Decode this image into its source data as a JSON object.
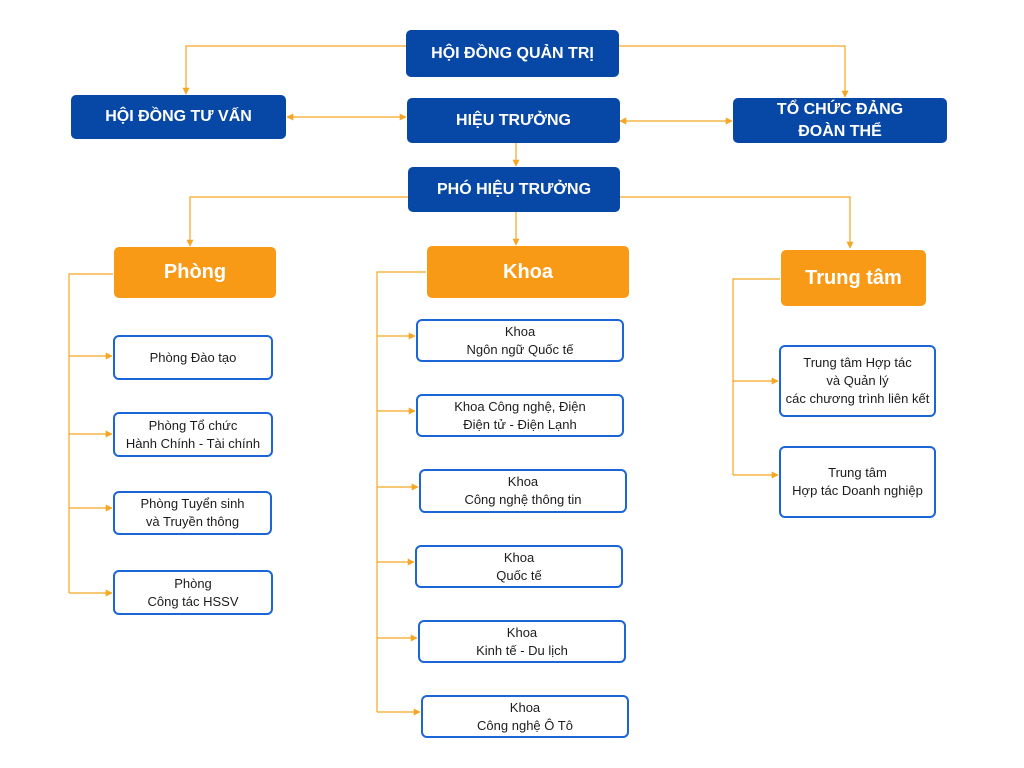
{
  "colors": {
    "primary": "#0747a6",
    "accent": "#f99a16",
    "box_border": "#1b65d9",
    "connector": "#f5a623"
  },
  "top": {
    "board": "HỘI ĐỒNG QUẢN TRỊ",
    "advisory": "HỘI ĐỒNG TƯ VẤN",
    "principal": "HIỆU TRƯỞNG",
    "party": "TỔ CHỨC ĐẢNG\nĐOÀN THỂ",
    "vice_principal": "PHÓ HIỆU TRƯỞNG"
  },
  "departments": {
    "title": "Phòng",
    "items": [
      "Phòng Đào tạo",
      "Phòng Tổ chức\nHành Chính - Tài chính",
      "Phòng Tuyển sinh\nvà Truyền thông",
      "Phòng\nCông tác HSSV"
    ]
  },
  "faculties": {
    "title": "Khoa",
    "items": [
      "Khoa\nNgôn ngữ Quốc tế",
      "Khoa Công nghệ, Điện\nĐiện tử - Điện Lạnh",
      "Khoa\nCông nghệ thông tin",
      "Khoa\nQuốc tế",
      "Khoa\nKinh tế - Du lịch",
      "Khoa\nCông nghệ Ô Tô"
    ]
  },
  "centers": {
    "title": "Trung tâm",
    "items": [
      "Trung tâm Hợp tác\nvà Quản lý\ncác chương trình liên kết",
      "Trung tâm\nHợp tác Doanh nghiệp"
    ]
  }
}
